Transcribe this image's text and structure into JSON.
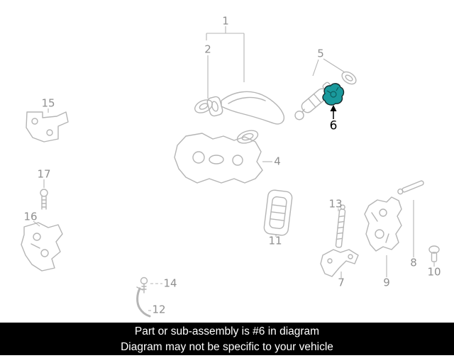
{
  "diagram": {
    "title": "Door lock and handle exploded parts diagram",
    "highlighted_part": "6",
    "palette": {
      "line_color": "#b5b5b5",
      "label_color": "#8f8f8f",
      "highlight_color": "#1a999c",
      "banner_bg": "#000000",
      "banner_fg": "#ffffff"
    }
  },
  "callouts": {
    "c1": "1",
    "c2": "2",
    "c4": "4",
    "c5": "5",
    "c6": "6",
    "c7": "7",
    "c8": "8",
    "c9": "9",
    "c10": "10",
    "c11": "11",
    "c12": "12",
    "c13": "13",
    "c14": "14",
    "c15": "15",
    "c16": "16",
    "c17": "17"
  },
  "banner": {
    "line1": "Part or sub-assembly is #6 in diagram",
    "line2": "Diagram may not be specific to your vehicle"
  }
}
